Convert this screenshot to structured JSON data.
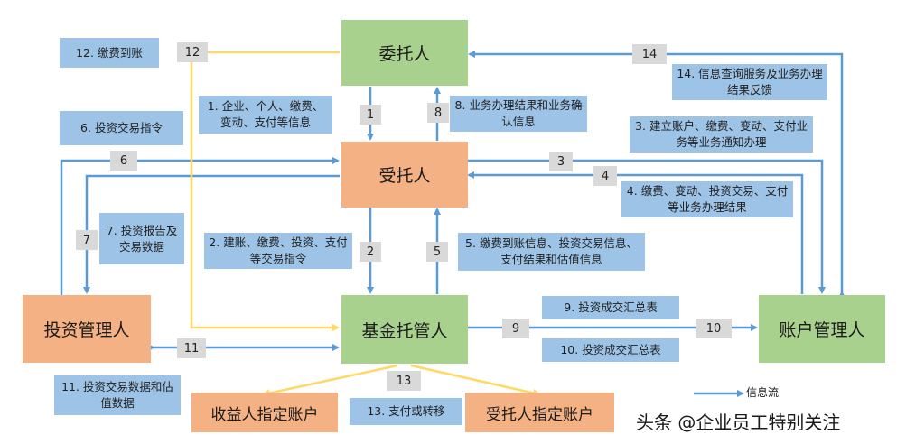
{
  "nodes": {
    "weituoren": "委托人",
    "shoutuoren": "受托人",
    "tuoguanren": "基金托管人",
    "touziguanliren": "投资管理人",
    "zhanghuguanliren": "账户管理人",
    "shouyiren": "收益人指定账户",
    "shoutuorenzhanghu": "受托人指定账户"
  },
  "notes": {
    "n1": "1. 企业、个人、缴费、变动、支付等信息",
    "n2": "2. 建账、缴费、投资、支付等交易指令",
    "n3": "3. 建立账户、缴费、变动、支付业务等业务通知办理",
    "n4": "4. 缴费、变动、投资交易、支付等业务办理结果",
    "n5": "5. 缴费到账信息、投资交易信息、支付结果和估值信息",
    "n6": "6. 投资交易指令",
    "n7": "7. 投资报告及交易数据",
    "n8": "8. 业务办理结果和业务确认信息",
    "n9": "9. 投资成交汇总表",
    "n10": "10. 投资成交汇总表",
    "n11": "11. 投资交易数据和估值数据",
    "n12": "12. 缴费到账",
    "n13": "13. 支付或转移",
    "n14": "14. 信息查询服务及业务办理结果反馈"
  },
  "numbers": {
    "b1": "1",
    "b2": "2",
    "b3": "3",
    "b4": "4",
    "b5": "5",
    "b6": "6",
    "b7": "7",
    "b8": "8",
    "b9": "9",
    "b10": "10",
    "b11": "11",
    "b12": "12",
    "b13": "13",
    "b14": "14"
  },
  "legend": {
    "label": "信息流"
  },
  "watermark": {
    "text": "头条 @企业员工特别关注"
  },
  "colors": {
    "info_flow": "#5b9bd5",
    "fund_flow": "#ffd966",
    "node_green": "#a9d18e",
    "node_orange": "#f4b183",
    "note_bg": "#9dc3e6",
    "number_bg": "#d9d9d9"
  }
}
